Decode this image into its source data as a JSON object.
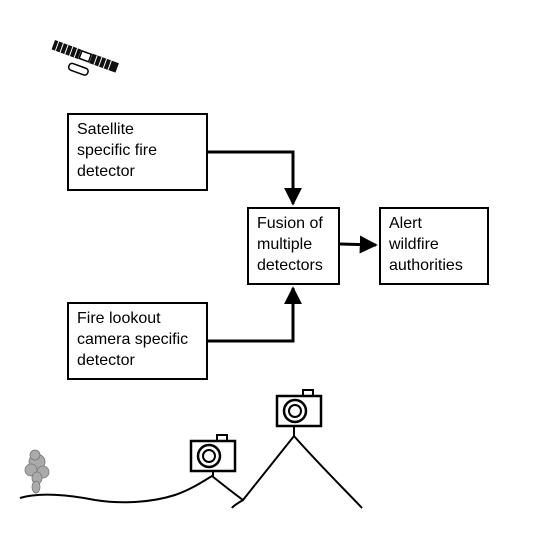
{
  "boxes": {
    "satellite": "Satellite\nspecific fire\ndetector",
    "camera": "Fire lookout\ncamera specific\ndetector",
    "fusion": "Fusion of\nmultiple\ndetectors",
    "alert": "Alert\nwildfire\nauthorities"
  },
  "icons": [
    "satellite-icon",
    "camera-icon",
    "camera-icon",
    "smoke-icon",
    "mountain-icon"
  ]
}
